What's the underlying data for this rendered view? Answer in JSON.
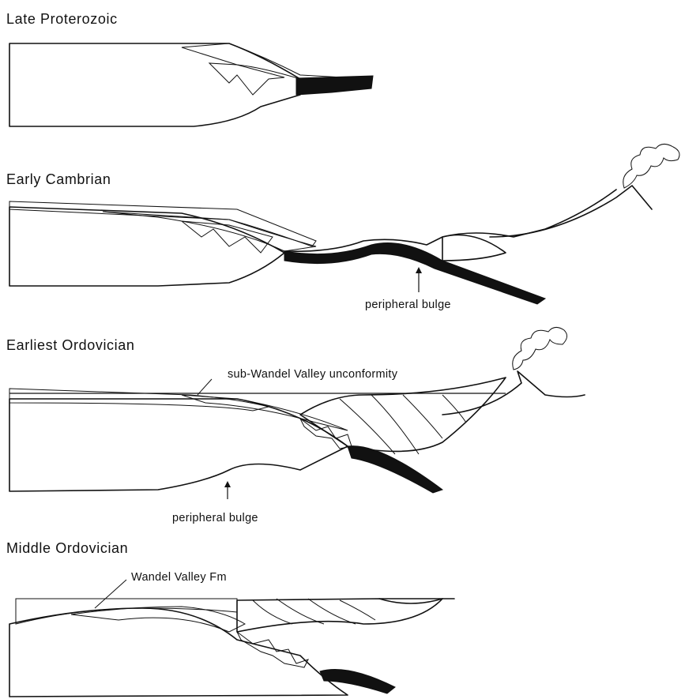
{
  "panels": [
    {
      "title": "Late Proterozoic"
    },
    {
      "title": "Early Cambrian",
      "annotations": [
        "peripheral bulge"
      ]
    },
    {
      "title": "Earliest Ordovician",
      "annotations": [
        "sub-Wandel Valley unconformity",
        "peripheral bulge"
      ]
    },
    {
      "title": "Middle Ordovician",
      "annotations": [
        "Wandel Valley Fm"
      ]
    }
  ],
  "colors": {
    "ink": "#111111",
    "paper": "#ffffff"
  }
}
